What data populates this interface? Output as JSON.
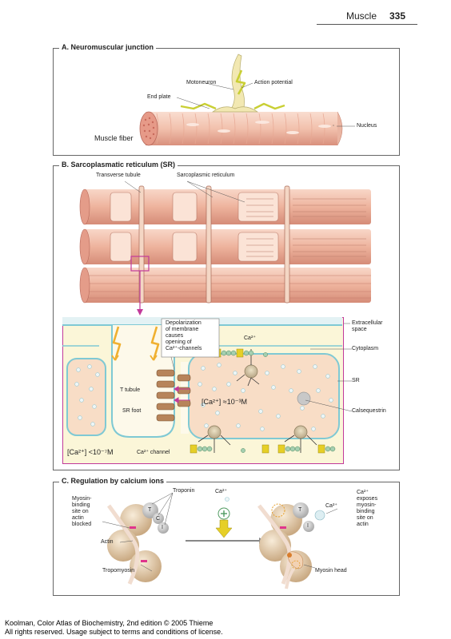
{
  "header": {
    "section": "Muscle",
    "page": "335"
  },
  "panelA": {
    "title": "A. Neuromuscular junction",
    "labels": {
      "motoneuron": "Motoneuron",
      "action_potential": "Action potential",
      "end_plate": "End plate",
      "nucleus": "Nucleus",
      "muscle_fiber": "Muscle fiber"
    }
  },
  "panelB": {
    "title": "B. Sarcoplasmatic reticulum (SR)",
    "labels": {
      "transverse_tubule": "Transverse tubule",
      "sarcoplasmic_reticulum": "Sarcoplasmic reticulum",
      "depolarization_1": "Depolarization",
      "depolarization_2": "of membrane",
      "depolarization_3": "causes",
      "depolarization_4": "opening of",
      "depolarization_5": "Ca²⁺-channels",
      "extracellular_1": "Extracellular",
      "extracellular_2": "space",
      "cytoplasm": "Cytoplasm",
      "sr": "SR",
      "calsequestrin": "Calsequestrin",
      "t_tubule": "T tubule",
      "sr_foot": "SR foot",
      "ca_conc_sr": "[Ca²⁺] ≈10⁻³M",
      "ca_conc_cyto": "[Ca²⁺] <10⁻⁷M",
      "ca_channel": "Ca²⁺ channel",
      "ca": "Ca²⁺"
    }
  },
  "panelC": {
    "title": "C. Regulation by calcium ions",
    "labels": {
      "blocked_1": "Myosin-",
      "blocked_2": "binding",
      "blocked_3": "site on",
      "blocked_4": "actin",
      "blocked_5": "blocked",
      "troponin": "Troponin",
      "ca": "Ca²⁺",
      "actin": "Actin",
      "tropomyosin": "Tropomyosin",
      "myosin_head": "Myosin head",
      "exposes_1": "Ca²⁺",
      "exposes_2": "exposes",
      "exposes_3": "myosin-",
      "exposes_4": "binding",
      "exposes_5": "site on",
      "exposes_6": "actin",
      "t": "T",
      "c": "C",
      "i": "I"
    }
  },
  "footer": {
    "line1": "Koolman, Color Atlas of Biochemistry, 2nd edition © 2005 Thieme",
    "line2": "All rights reserved. Usage subject to terms and conditions of license."
  },
  "colors": {
    "muscle": "#f2c1ad",
    "muscle_dark": "#d48a78",
    "nerve": "#f1e6a6",
    "axon_yellow": "#c9cf34",
    "sr_membrane": "#7fc9d4",
    "cytoplasm": "#fbf6d8",
    "lumen": "#f8ddc6",
    "magenta": "#c23a9a",
    "pump_yellow": "#e6cf27",
    "actin_bead": "#e8cfae",
    "troponin_gray": "#c7c7c7"
  }
}
